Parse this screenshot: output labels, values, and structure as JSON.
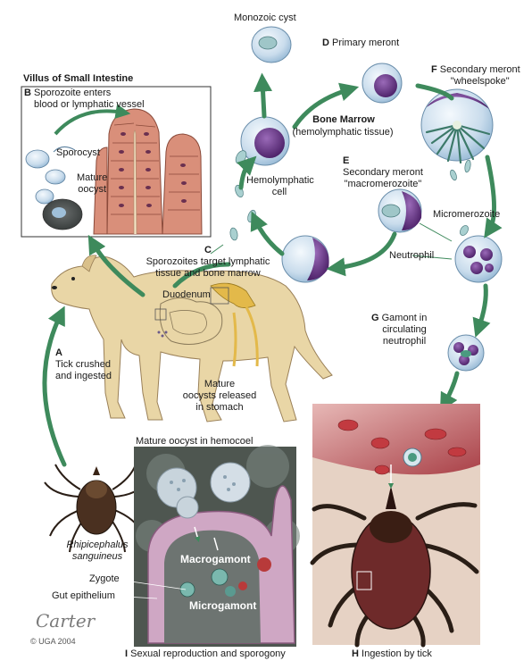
{
  "labels": {
    "monozoic_cyst": "Monozoic cyst",
    "d_letter": "D",
    "d_text": "Primary meront",
    "f_letter": "F",
    "f_text": "Secondary meront\n\"wheelspoke\"",
    "villus_title": "Villus of Small Intestine",
    "b_letter": "B",
    "b_text": "Sporozoite enters\nblood or lymphatic vessel",
    "sporocyst": "Sporocyst",
    "mature_oocyst": "Mature\noocyst",
    "bone_marrow_title": "Bone Marrow",
    "bone_marrow_sub": "(hemolymphatic tissue)",
    "hemolymphatic_cell": "Hemolymphatic\ncell",
    "e_letter": "E",
    "e_text": "Secondary meront\n\"macromerozoite\"",
    "micromerozoite": "Micromerozoite",
    "neutrophil": "Neutrophil",
    "c_letter": "C",
    "c_text": "Sporozoites target lymphatic\ntissue and bone marrow",
    "duodenum": "Duodenum",
    "g_letter": "G",
    "g_text": "Gamont in\ncirculating\nneutrophil",
    "a_letter": "A",
    "a_text": "Tick crushed\nand ingested",
    "oocysts_released": "Mature\noocysts released\nin stomach",
    "mature_oocyst_hemocoel": "Mature oocyst in hemocoel",
    "macrogamont": "Macrogamont",
    "microgamont": "Microgamont",
    "zygote": "Zygote",
    "gut_epithelium": "Gut epithelium",
    "tick_species": "Rhipicephalus\nsanguineus",
    "signature": "Carter",
    "copyright": "© UGA 2004",
    "i_letter": "I",
    "i_text": "Sexual reproduction and sporogony",
    "h_letter": "H",
    "h_text": "Ingestion by tick"
  },
  "colors": {
    "arrow_green": "#3e8a5c",
    "parasite_purple": "#5b2a7a",
    "cell_blue": "#a9c9e4",
    "blood_red": "#b5333a",
    "dog_tan": "#e9d6a6"
  }
}
